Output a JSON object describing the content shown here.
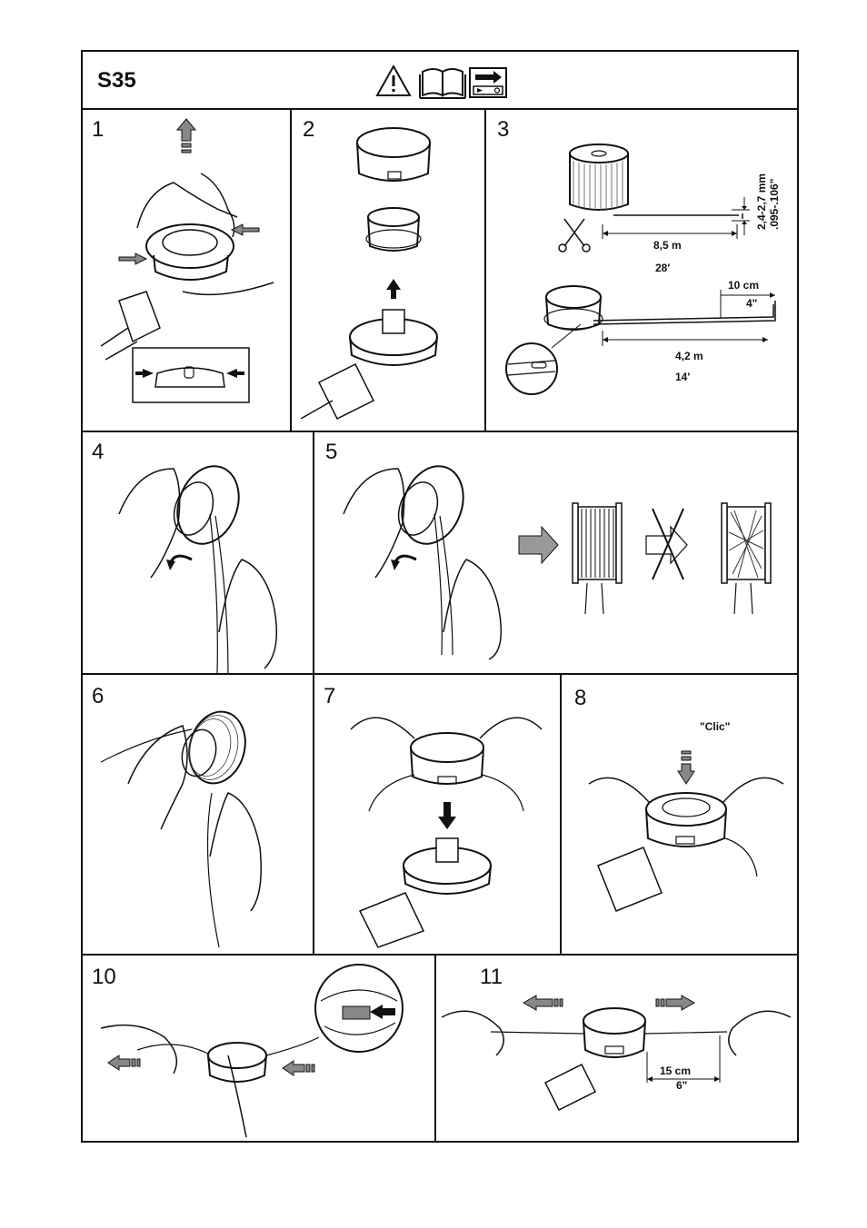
{
  "header": {
    "title": "S35",
    "icons": [
      "warning-icon",
      "manual-book-icon",
      "instruction-panel-icon"
    ]
  },
  "steps": [
    {
      "number": "1"
    },
    {
      "number": "2"
    },
    {
      "number": "3",
      "dims": {
        "thickness_mm": "2,4-2,7 mm",
        "thickness_in": ".095-.106\"",
        "length_m": "8,5 m",
        "length_ft": "28'",
        "end_cm": "10 cm",
        "end_in": "4\"",
        "half_m": "4,2 m",
        "half_ft": "14'"
      }
    },
    {
      "number": "4"
    },
    {
      "number": "5"
    },
    {
      "number": "6"
    },
    {
      "number": "7"
    },
    {
      "number": "8",
      "note": "\"Clic\""
    },
    {
      "number": "10"
    },
    {
      "number": "11",
      "dims": {
        "cm": "15 cm",
        "in": "6\""
      }
    }
  ]
}
